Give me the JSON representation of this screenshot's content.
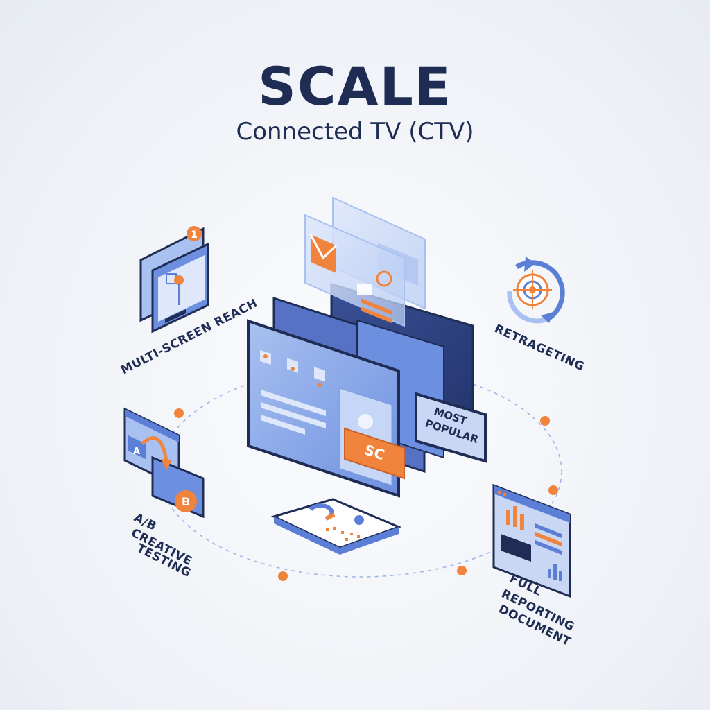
{
  "header": {
    "title": "SCALE",
    "subtitle": "Connected TV (CTV)"
  },
  "features": {
    "multi_screen": {
      "label": "MULTI-SCREEN REACH",
      "badge": "1"
    },
    "retargeting": {
      "label": "RETRAGETING"
    },
    "ab_testing": {
      "label_line1": "A/B",
      "label_line2": "CREATIVE",
      "label_line3": "TESTING",
      "card_a": "A",
      "card_b": "B"
    },
    "reporting": {
      "label_line1": "FULL",
      "label_line2": "REPORTING",
      "label_line3": "DOCUMENT"
    }
  },
  "center": {
    "tag_line1": "MOST",
    "tag_line2": "POPULAR",
    "chip": "SC"
  },
  "colors": {
    "navy": "#1f2d55",
    "blue": "#5b7fd6",
    "light_blue": "#a9c1f0",
    "orange": "#f0843c"
  }
}
